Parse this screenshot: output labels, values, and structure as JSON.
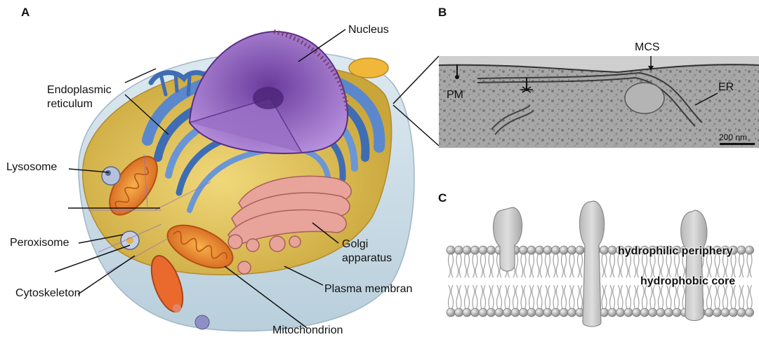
{
  "panels": {
    "a": "A",
    "b": "B",
    "c": "C"
  },
  "cell_labels": {
    "nucleus": "Nucleus",
    "er_line1": "Endoplasmic",
    "er_line2": "reticulum",
    "lysosome": "Lysosome",
    "peroxisome": "Peroxisome",
    "cytoskeleton": "Cytoskeleton",
    "mitochondrion": "Mitochondrion",
    "plasma_membrane": "Plasma membran",
    "golgi_line1": "Golgi",
    "golgi_line2": "apparatus"
  },
  "em_labels": {
    "mcs": "MCS",
    "pm": "PM",
    "er": "ER",
    "scale_bar": "200 nm"
  },
  "membrane_labels": {
    "periphery": "hydrophilic periphery",
    "core": "hydrophobic core"
  },
  "colors": {
    "cytoplasm": "#e3c252",
    "er": "#4f7fc4",
    "nucleus": "#8b5cb8",
    "golgi": "#d98f89",
    "mitochondrion": "#ef8a2a",
    "cell_outer": "#cfe0ea",
    "lipid_head": "#bdbdbd",
    "protein": "#c8c8c8",
    "em_bg": "#a9a9a9"
  }
}
